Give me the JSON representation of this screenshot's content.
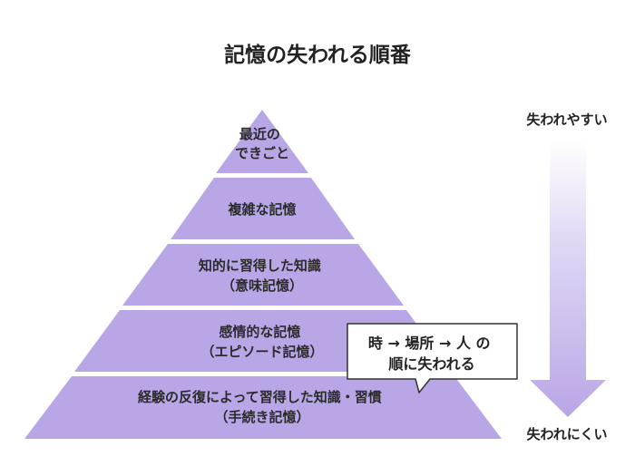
{
  "title": "記憶の失われる順番",
  "tiers": [
    {
      "lines": [
        "最近の",
        "できごと"
      ]
    },
    {
      "lines": [
        "複雑な記憶"
      ]
    },
    {
      "lines": [
        "知的に習得した知識",
        "（意味記憶）"
      ]
    },
    {
      "lines": [
        "感情的な記憶",
        "（エピソード記憶）"
      ]
    },
    {
      "lines": [
        "経験の反復によって習得した知識・習慣",
        "（手続き記憶）"
      ]
    }
  ],
  "arrow": {
    "top_label": "失われやすい",
    "bottom_label": "失われにくい"
  },
  "callout": {
    "lines": [
      "時 → 場所 → 人 の",
      "順に失われる"
    ]
  },
  "colors": {
    "tier_fill": "#b9a6e6",
    "arrow_fill": "#b9a6e6",
    "callout_border": "#333333"
  }
}
